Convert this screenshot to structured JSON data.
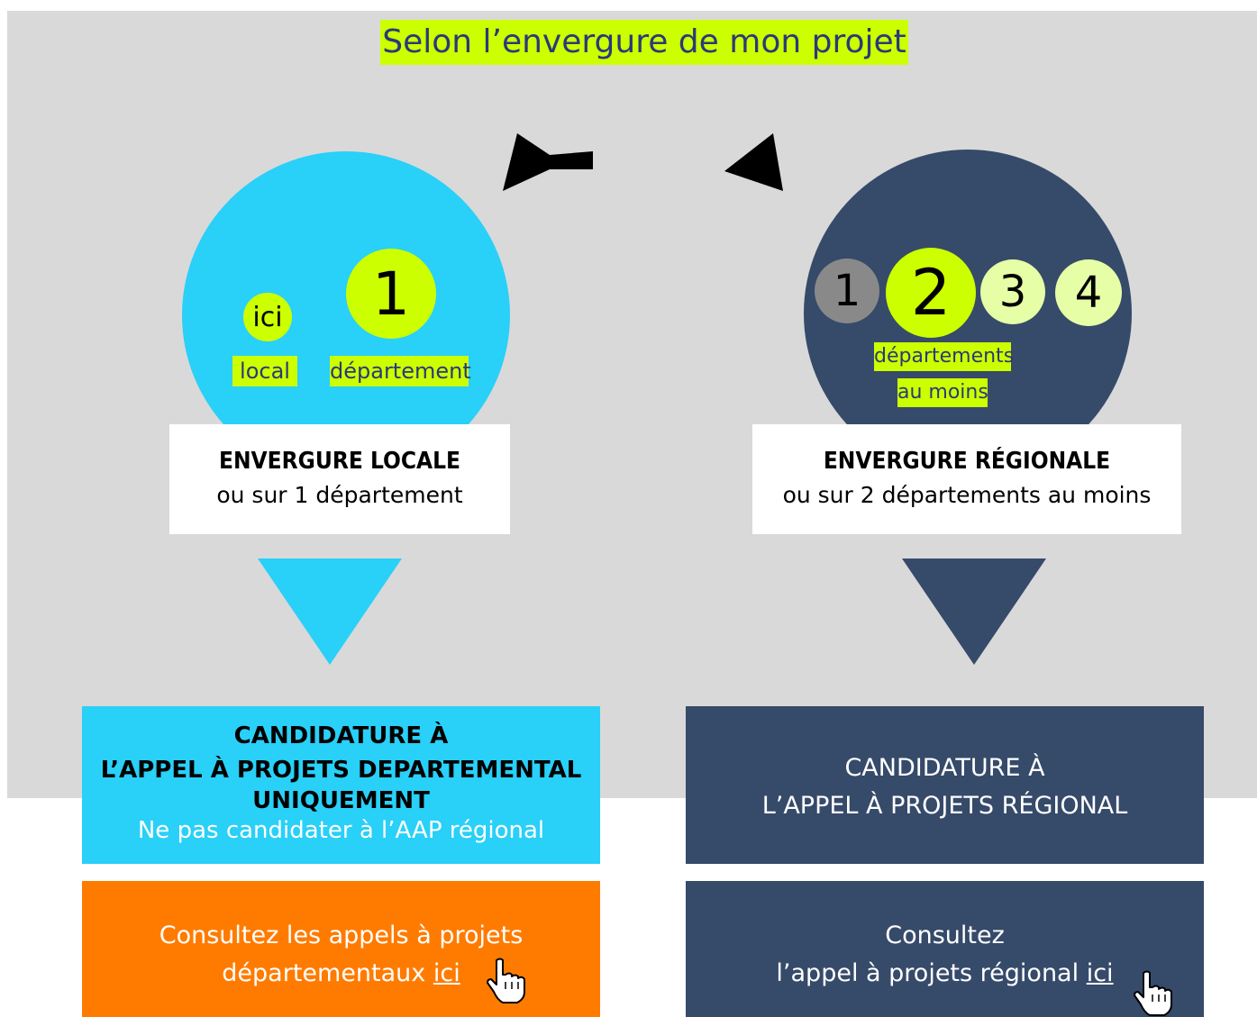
{
  "title": "Selon l’envergure de mon projet",
  "local": {
    "ici_badge": "ici",
    "number_badge": "1",
    "label_local": "local",
    "label_departement": "département",
    "box_title": "ENVERGURE  LOCALE",
    "box_subtitle": "ou sur 1 département",
    "candidature_line1": "CANDIDATURE À",
    "candidature_line2": "L’APPEL À PROJETS DEPARTEMENTAL",
    "candidature_line3": "UNIQUEMENT",
    "candidature_note": "Ne pas candidater à l’AAP régional",
    "cta_line1": "Consultez les appels à projets",
    "cta_line2": "départementaux",
    "cta_link": "ici"
  },
  "regional": {
    "numbers": [
      "1",
      "2",
      "3",
      "4"
    ],
    "label_line1": "départements",
    "label_line2": "au moins",
    "box_title": "ENVERGURE RÉGIONALE",
    "box_subtitle": "ou sur 2 départements au moins",
    "candidature_line1": "CANDIDATURE À",
    "candidature_line2": "L’APPEL À PROJETS RÉGIONAL",
    "cta_line1": "Consultez",
    "cta_line2": "l’appel à projets régional",
    "cta_link": "ici"
  },
  "colors": {
    "panel": "#d9d9d9",
    "lime": "#ccff00",
    "cyan": "#29d0f8",
    "navy": "#364a6a",
    "orange": "#ff7b00",
    "grey_circle": "#898989",
    "pale_lime": "#e6ffa6"
  },
  "icons": [
    "left-arrow-icon",
    "triangle-icon",
    "down-triangle-icon",
    "hand-pointer-icon"
  ]
}
